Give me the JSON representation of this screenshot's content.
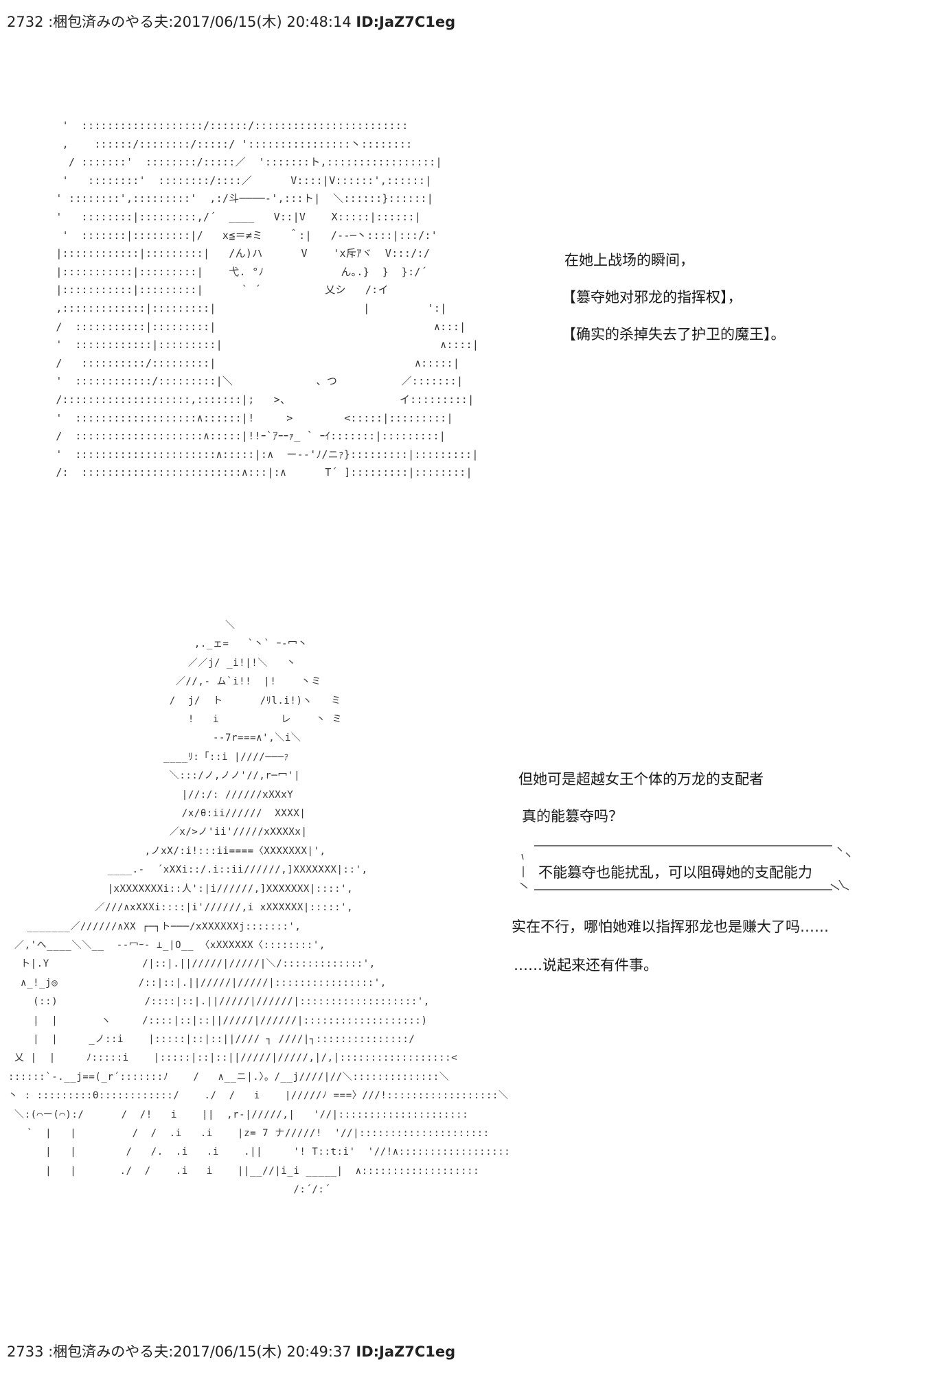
{
  "posts": [
    {
      "number": "2732",
      "name": "梱包済みのやる夫",
      "datetime": "2017/06/15(木) 20:48:14",
      "id": "ID:JaZ7C1eg"
    },
    {
      "number": "2733",
      "name": "梱包済みのやる夫",
      "datetime": "2017/06/15(木) 20:49:37",
      "id": "ID:JaZ7C1eg"
    }
  ],
  "art": {
    "top": "  '  :::::::::::::::::::/::::::/::::::::::::::::::::::::\n  ,    ::::::/::::::::/:::::/ '::::::::::::::::丶::::::::\n   / :::::::'  ::::::::/:::::／  ':::::::ト,:::::::::::::::::|\n  '   ::::::::'  ::::::::/::::／      V::::|V::::::',::::::|\n ' ::::::::',:::::::::'  ,:/斗────‐',:::ト|  ＼::::::}::::::|\n '   ::::::::|:::::::::,/´  ____   V::|V    X:::::|::::::|\n  '  :::::::|:::::::::|/   x≦＝≠ミ    ＾:|   /--─丶::::|:::/:'\n |::::::::::::|:::::::::|   /ん)ハ      V    'x斥ｱヾ  V:::/:/\n |:::::::::::|:::::::::|    弋. °ﾉ            ん｡.}  }  }:/´\n |:::::::::::|:::::::::|      ` ´          乂シ   /:イ\n ,:::::::::::::|:::::::::|                       |         ':|\n /  :::::::::::|:::::::::|                                  ∧:::|\n '  ::::::::::::|:::::::::|                                  ∧::::|\n /   ::::::::::/:::::::::|                               ∧:::::|\n '  ::::::::::::/:::::::::|＼             、つ          ／:::::::|\n /::::::::::::::::::::,:::::::|;   >、                 イ:::::::::|\n '  :::::::::::::::::::∧::::::|!     >        <:::::|:::::::::|\n /  ::::::::::::::::::::∧:::::|!!ｰ`ｱｰｰｧ_ ` ｰｲ:::::::|:::::::::|\n '  ::::::::::::::::::::::∧:::::|:∧  ー-‐'ﾉ/ニｧ}:::::::::|:::::::::|\n /:  :::::::::::::::::::::::::∧:::|:∧      T´ ]:::::::::|::::::::|",
    "bottom": "                                   ＼\n                              ,._ェ=   `丶` ｰ‐冖丶\n                             ／／j/ _i!|!＼   丶\n                           ／//,‐ ム`i!!  |!    丶ミ\n                          /  j/  ト      /ﾘl.i!)ヽ   ミ\n                             !   i          レ    丶 ミ\n                                 ‐‐7r===∧',＼i＼\n                         ____ﾘ:「::i |////───ｧ\n                          ＼:::/ノ,ノノ'//,r─冖'|\n                            |//:/: //////xXXxY\n                            /x/θ:ii//////  XXXX|\n                          ／x/>ノ'ii'/////xXXXXx|\n                      ,ノxX/:i!:::ii====〈XXXXXXX|',\n                ____.-  ´xXXi::/.i::ii//////,]XXXXXXX|::',\n                |xXXXXXXXi::人':|i//////,]XXXXXXX|::::',\n              ／///∧xXXXi::::|i'//////,i xXXXXXX|:::::',\n   _______／//////∧XX ┌─┐ト───/xXXXXXXj:::::::',\n ／,'へ____＼＼__  -‐冖ｰ- ⊥_|O__ 〈xXXXXXX〈::::::::',\n  ト|.Y               /|::|.||/////|/////|＼/:::::::::::::',\n  ∧_!_j◎             /::|::|.||/////|/////|::::::::::::::::',\n    (::)              /::::|::|.||/////|//////|:::::::::::::::::::',\n    |  |       ヽ     /::::|::|::||/////|//////|:::::::::::::::::::)\n    |  |     _ノ::i    |:::::|::|::||//// ┐ ////|┐:::::::::::::::/\n 乂 |  |     ﾉ:::::i    |:::::|::|::||/////|/////,|/,|::::::::::::::::::<\n::::::`‐.__j==(_r´:::::::ﾉ    /   ∧__ニ|.〉。/__j////|//＼::::::::::::::＼\n丶 : :::::::::Θ::::::::::::/    ./  /   i    |/////ﾉ ===〉///!::::::::::::::::::＼\n ＼:(⌒ー(⌒):/      /  /!   i    ||  ,r‐|/////,|   '//|:::::::::::::::::::::\n   `  |   |         /  /  .i   .i    |z= 7 ナ/////!  '//|:::::::::::::::::::::\n      |   |        /   /.  .i   .i    .||     '! T::t:i'  '//!∧::::::::::::::::::\n      |   |       ./  /    .i   i    ||__//|i_i _____|  ∧:::::::::::::::::::\n                                              /:´/:´"
  },
  "narration": {
    "line1": "在她上战场的瞬间，",
    "line2": "【篡夺她对邪龙的指挥权】，",
    "line3": "【确实的杀掉失去了护卫的魔王】。",
    "line4": "但她可是超越女王个体的万龙的支配者",
    "line5": "真的能篡夺吗？",
    "balloon": "不能篡夺也能扰乱，可以阻碍她的支配能力",
    "line6": "实在不行，哪怕她难以指挥邪龙也是赚大了吗……",
    "line7": "……说起来还有件事。"
  }
}
